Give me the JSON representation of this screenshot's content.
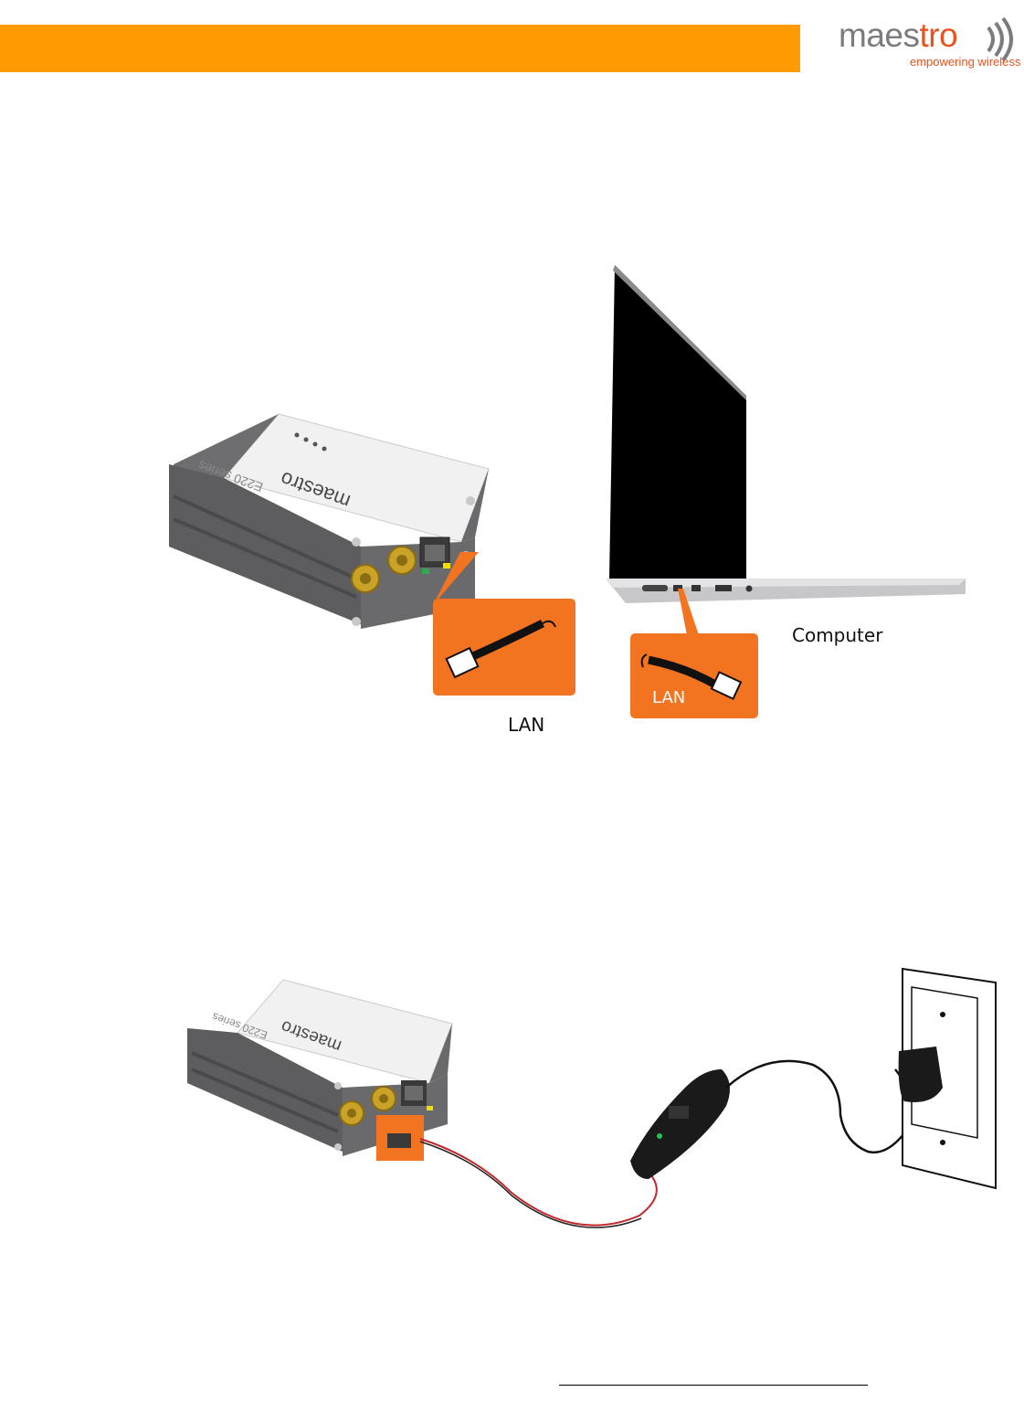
{
  "header": {
    "accent_color": "#ff9a00",
    "logo": {
      "word_main": "maes",
      "word_accent": "tro",
      "tagline": "empowering wireless",
      "accent_color": "#e8541e",
      "gray_color": "#7a7c80"
    }
  },
  "figure_lan": {
    "router_callout_label": "LAN",
    "computer_callout_label": "LAN",
    "computer_label": "Computer",
    "callout_color": "#f27420"
  },
  "figure_power": {
    "callout_color": "#f27420"
  },
  "icons": [
    "router-icon",
    "laptop-icon",
    "ethernet-cable-icon",
    "power-adapter-icon",
    "wall-outlet-icon"
  ]
}
